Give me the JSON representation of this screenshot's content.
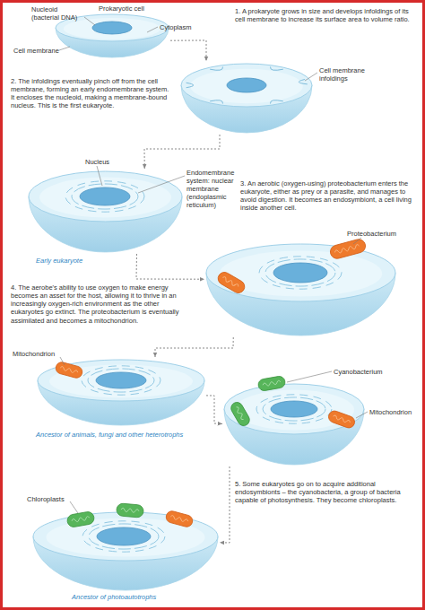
{
  "diagram": {
    "nodes": [
      {
        "text": [
          "Nucleoid",
          "(bacterial DNA)",
          "Prokaryotic cell",
          "Cytoplasm",
          "Cell membrane"
        ]
      },
      {
        "text": [
          "Cell membrane infoldings"
        ]
      },
      {
        "text": [
          "Nucleus",
          "Endomembrane system: nuclear membrane (endoplasmic reticulum)",
          "Early eukaryote"
        ]
      },
      {
        "text": [
          "Proteobacterium"
        ]
      },
      {
        "text": [
          "Mitochondrion",
          "Ancestor of animals, fungi and other heterotrophs"
        ]
      },
      {
        "text": [
          "Cyanobacterium",
          "Mitochondrion"
        ]
      },
      {
        "text": [
          "Chloroplasts",
          "Ancestor of photoautotrophs"
        ]
      }
    ],
    "edges": [
      {
        "from": 0,
        "to": 1,
        "arrow": "to"
      },
      {
        "from": 1,
        "to": 2,
        "arrow": "to"
      },
      {
        "from": 2,
        "to": 3,
        "arrow": "to"
      },
      {
        "from": 3,
        "to": 4,
        "arrow": "to"
      },
      {
        "from": 4,
        "to": 5,
        "arrow": "to"
      },
      {
        "from": 5,
        "to": 6,
        "arrow": "to"
      }
    ],
    "labels": [
      "1. A prokaryote grows in size and develops infoldings of its cell membrane to increase its surface area to volume ratio.",
      "2. The infoldings eventually pinch off from the cell membrane, forming an early endomembrane system. It encloses the nucleoid, making a membrane-bound nucleus. This is the first eukaryote.",
      "3. An aerobic (oxygen-using) proteobacterium enters the eukaryote, either as prey or a parasite, and manages to avoid digestion. It becomes an endosymbiont, a cell living inside another cell.",
      "4. The aerobe's ability to use oxygen to make energy becomes an asset for the host, allowing it to thrive in an increasingly oxygen-rich environment as the other eukaryotes go extinct. The proteobacterium is eventually assimilated and becomes a mitochondrion.",
      "5. Some eukaryotes go on to acquire additional endosymbionts – the cyanobacteria, a group of bacteria capable of photosynthesis. They become chloroplasts."
    ]
  }
}
